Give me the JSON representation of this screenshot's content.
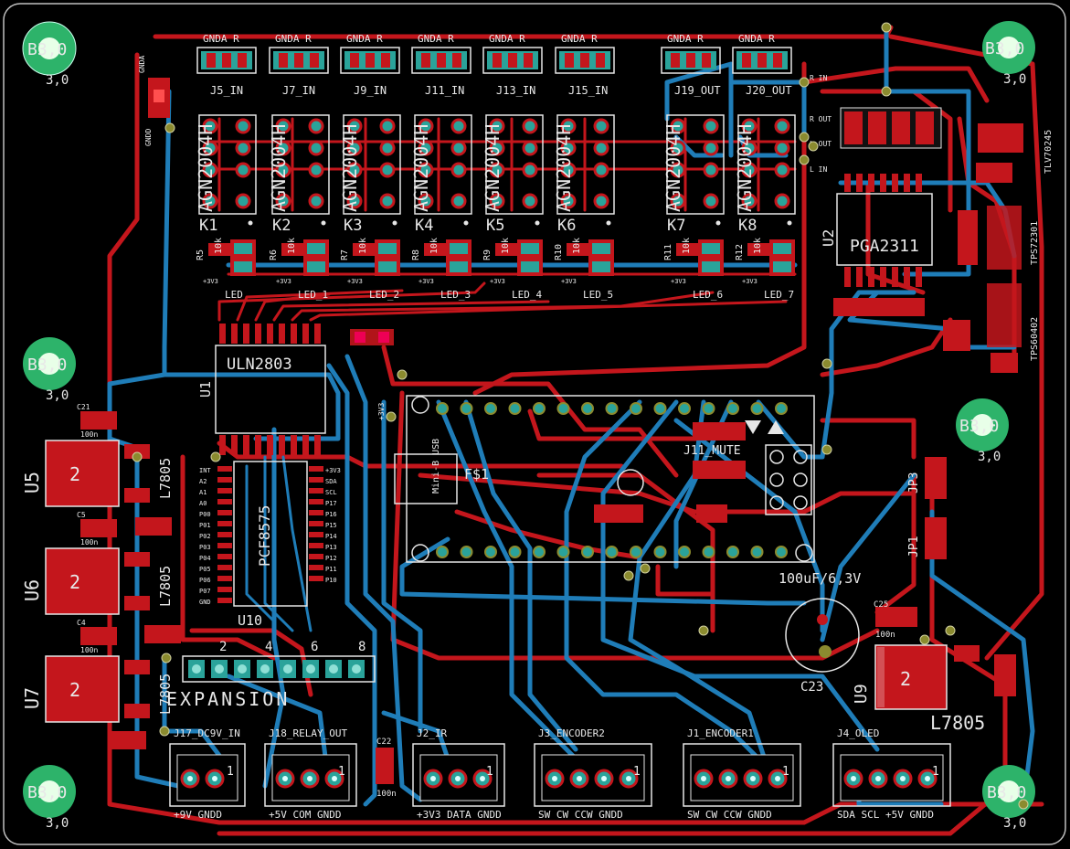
{
  "colors": {
    "background": "#000000",
    "top_copper": "#c4161c",
    "bottom_copper": "#1f7db8",
    "silkscreen": "#e6e6e6",
    "plated_pad": "#2aa39a",
    "mount_hole": "#2db36a"
  },
  "mount_holes": [
    {
      "label": "B3,0",
      "sub": "3,0"
    },
    {
      "label": "B3,0",
      "sub": "3,0"
    },
    {
      "label": "B3,0",
      "sub": "3,0"
    },
    {
      "label": "B3,0",
      "sub": "3,0"
    },
    {
      "label": "B3,0",
      "sub": "3,0"
    },
    {
      "label": "B3,0",
      "sub": "3,0"
    }
  ],
  "input_connectors": [
    {
      "header": "GNDA R",
      "name": "J5_IN"
    },
    {
      "header": "GNDA R",
      "name": "J7_IN"
    },
    {
      "header": "GNDA R",
      "name": "J9_IN"
    },
    {
      "header": "GNDA R",
      "name": "J11_IN"
    },
    {
      "header": "GNDA R",
      "name": "J13_IN"
    },
    {
      "header": "GNDA R",
      "name": "J15_IN"
    },
    {
      "header": "GNDA R",
      "name": "J19_OUT"
    },
    {
      "header": "GNDA R",
      "name": "J20_OUT"
    }
  ],
  "relays": [
    {
      "part": "AGN2004H",
      "ref": "K1",
      "res": "R5",
      "val": "10k",
      "led": "LED"
    },
    {
      "part": "AGN2004H",
      "ref": "K2",
      "res": "R6",
      "val": "10k",
      "led": "LED_1"
    },
    {
      "part": "AGN2004H",
      "ref": "K3",
      "res": "R7",
      "val": "10k",
      "led": "LED_2"
    },
    {
      "part": "AGN2004H",
      "ref": "K4",
      "res": "R8",
      "val": "10k",
      "led": "LED_3"
    },
    {
      "part": "AGN2004H",
      "ref": "K5",
      "res": "R9",
      "val": "10k",
      "led": "LED_4"
    },
    {
      "part": "AGN2004H",
      "ref": "K6",
      "res": "R10",
      "val": "10k",
      "led": "LED_5"
    },
    {
      "part": "AGN2004H",
      "ref": "K7",
      "res": "R11",
      "val": "10k",
      "led": "LED_6"
    },
    {
      "part": "AGN2004H",
      "ref": "K8",
      "res": "R12",
      "val": "10k",
      "led": "LED_7"
    }
  ],
  "ics": {
    "uln": {
      "name": "ULN2803",
      "ref": "U1"
    },
    "pcf": {
      "name": "PCF8575",
      "ref": "U10"
    },
    "pga": {
      "name": "PGA2311",
      "ref": "U2"
    },
    "tlv": "TLV70245",
    "tps1": "TPS72301",
    "tps2": "TPS60402"
  },
  "regulators": [
    {
      "ref": "U5",
      "part": "L7805",
      "cap": "C21",
      "val": "100n"
    },
    {
      "ref": "U6",
      "part": "L7805",
      "cap": "C5",
      "val": "100n"
    },
    {
      "ref": "U7",
      "part": "L7805",
      "cap": "C4",
      "val": "100n"
    },
    {
      "ref": "U9",
      "part": "L7805",
      "cap": "C25",
      "val": "100n"
    }
  ],
  "pcf_pins_left": [
    "INT",
    "A2",
    "A1",
    "A0",
    "P00",
    "P01",
    "P02",
    "P03",
    "P04",
    "P05",
    "P06",
    "P07",
    "GND"
  ],
  "pcf_pins_right": [
    "+3V3",
    "SDA",
    "SCL",
    "P17",
    "P16",
    "P15",
    "P14",
    "P13",
    "P12",
    "P11",
    "P10"
  ],
  "expansion": {
    "label": "EXPANSION",
    "marks": [
      "2",
      "4",
      "6",
      "8"
    ]
  },
  "mcu": {
    "label": "F$1",
    "usb": "Mini-B USB"
  },
  "mute": {
    "label": "J11_MUTE",
    "jp": "JP3",
    "jp1": "JP1"
  },
  "big_cap": {
    "ref": "C23",
    "val": "100uF/6,3V"
  },
  "bottom_connectors": [
    {
      "name": "J17_DC9V_IN",
      "pins": "+9V GNDD"
    },
    {
      "name": "J18_RELAY_OUT",
      "pins": "+5V COM GNDD"
    },
    {
      "name": "J2_IR",
      "pins": "+3V3 DATA GNDD"
    },
    {
      "name": "J3_ENCODER2",
      "pins": "SW CW CCW GNDD"
    },
    {
      "name": "J1_ENCODER1",
      "pins": "SW CW CCW GNDD"
    },
    {
      "name": "J4_OLED",
      "pins": "SDA SCL +5V GNDD"
    }
  ],
  "misc_labels": {
    "cap_c22": "C22",
    "cap_100n": "100n",
    "pin1": "1",
    "r_out": "R OUT",
    "l_out": "L OUT",
    "l_in": "L IN",
    "r_in": "R IN",
    "gnda": "GNDA",
    "gndd": "GNDD",
    "v33": "+3V3"
  }
}
